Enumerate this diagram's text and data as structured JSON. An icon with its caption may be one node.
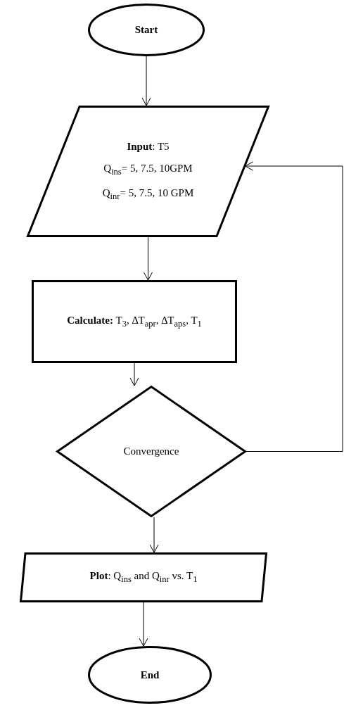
{
  "diagram": {
    "nodes": [
      {
        "text": [
          "Start"
        ]
      },
      {
        "text": [
          "**Input**: T5",
          "Q$_{ins}$= 5, 7.5, 10GPM",
          "Q$_{inr}$= 5, 7.5, 10 GPM"
        ]
      },
      {
        "text": [
          "**Calculate:** T$_{3}$, ∆T$_{apr}$, ∆T$_{aps}$, T$_{1}$"
        ]
      },
      {
        "text": [
          "Convergence"
        ]
      },
      {
        "text": [
          "**Plot**: Q$_{ins}$ and Q$_{inr}$ vs. T$_{1}$"
        ]
      },
      {
        "text": [
          "End"
        ]
      }
    ],
    "edges": [
      {
        "from": 0,
        "to": 1,
        "arrow": "to"
      },
      {
        "from": 1,
        "to": 2,
        "arrow": "to"
      },
      {
        "from": 2,
        "to": 3,
        "arrow": "to"
      },
      {
        "from": 3,
        "to": 4,
        "arrow": "to"
      },
      {
        "from": 4,
        "to": 5,
        "arrow": "to"
      },
      {
        "from": 3,
        "to": 1,
        "arrow": "to"
      }
    ]
  }
}
